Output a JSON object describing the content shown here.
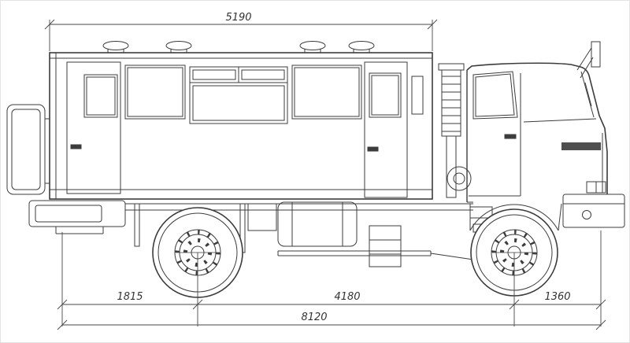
{
  "dims": {
    "body_length": "5190",
    "rear_section": "1815",
    "wheelbase": "4180",
    "front_section": "1360",
    "overall_length": "8120"
  },
  "colors": {
    "line": "#3c3c3c",
    "dim_line": "#474747",
    "background": "#ffffff"
  }
}
